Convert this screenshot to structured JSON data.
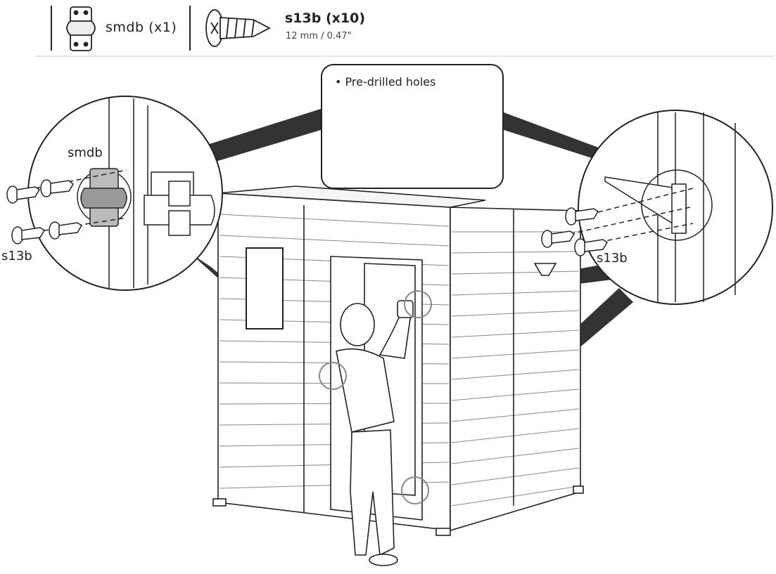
{
  "header": {
    "parts": [
      {
        "name": "smdb",
        "quantity": "(x1)",
        "icon": "bracket-icon"
      },
      {
        "name": "s13b",
        "quantity": "(x10)",
        "spec": "12 mm / 0.47\"",
        "icon": "screw-icon"
      }
    ]
  },
  "note": {
    "bullet": "•",
    "text": "Pre-drilled holes"
  },
  "callouts": {
    "left_bracket_label": "smdb",
    "left_screw_label": "s13b",
    "right_screw_label": "s13b"
  },
  "colors": {
    "line": "#222222",
    "beam": "#333333",
    "bracket": "#bbbbbb",
    "background": "#ffffff"
  }
}
